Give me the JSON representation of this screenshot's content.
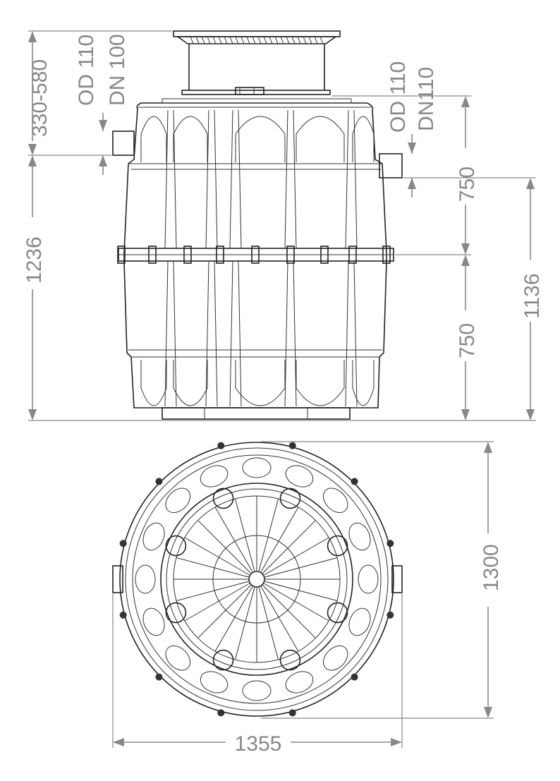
{
  "colors": {
    "dimension": "#888888",
    "outline": "#222222",
    "background": "#ffffff"
  },
  "labels": {
    "adjust_range": "330-580",
    "inlet_od": "OD 110",
    "inlet_dn": "DN 100",
    "outlet_od": "OD 110",
    "outlet_dn": "DN110",
    "total_height": "1236",
    "outlet_height": "1136",
    "upper_section": "750",
    "lower_section": "750",
    "plan_diameter": "1300",
    "overall_width": "1355"
  }
}
